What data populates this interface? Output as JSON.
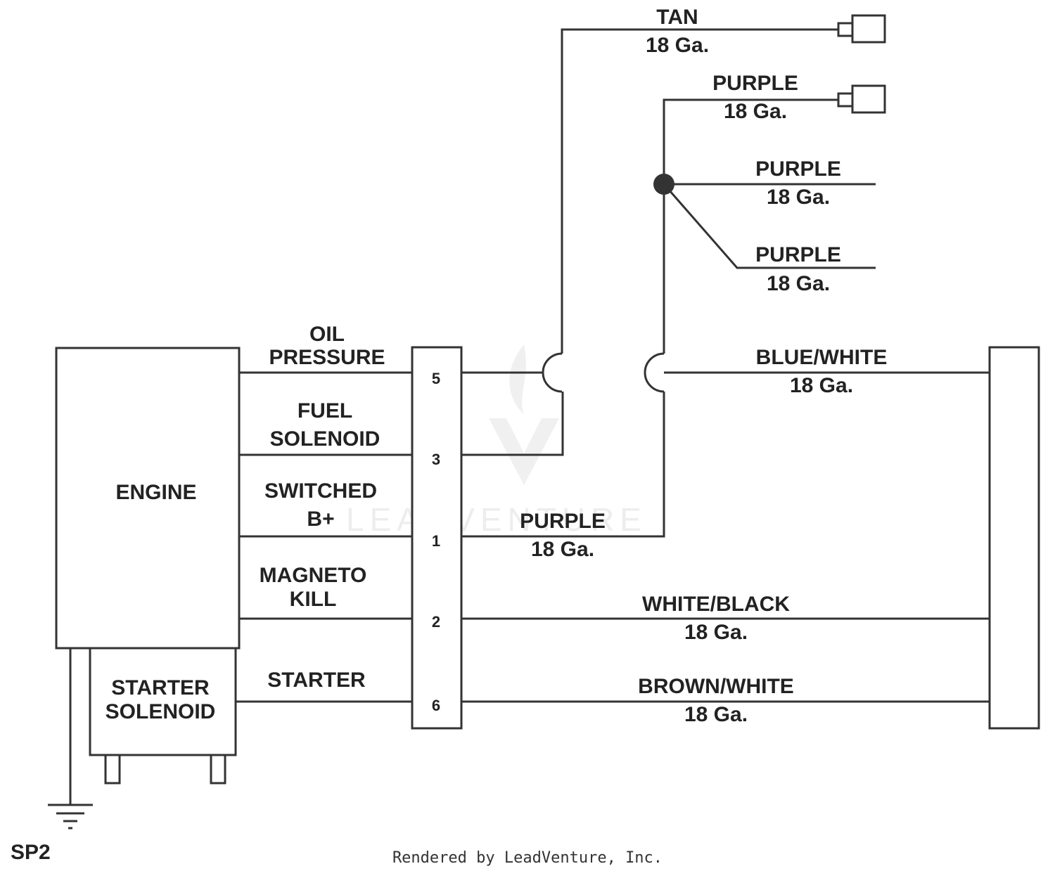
{
  "components": {
    "engine": "ENGINE",
    "starter_solenoid": [
      "STARTER",
      "SOLENOID"
    ],
    "ground_label": "SP2"
  },
  "engine_circuits": {
    "oil_pressure": [
      "OIL",
      "PRESSURE"
    ],
    "fuel_solenoid": [
      "FUEL",
      "SOLENOID"
    ],
    "switched_b_plus": [
      "SWITCHED",
      "B+"
    ],
    "magneto_kill": [
      "MAGNETO",
      "KILL"
    ],
    "starter": "STARTER"
  },
  "connector_pins": [
    "5",
    "3",
    "1",
    "2",
    "6"
  ],
  "wires": {
    "tan": {
      "color": "TAN",
      "gauge": "18 Ga."
    },
    "purple_top": {
      "color": "PURPLE",
      "gauge": "18 Ga."
    },
    "purple_mid": {
      "color": "PURPLE",
      "gauge": "18 Ga."
    },
    "purple_low": {
      "color": "PURPLE",
      "gauge": "18 Ga."
    },
    "blue_white": {
      "color": "BLUE/WHITE",
      "gauge": "18 Ga."
    },
    "purple_pin1": {
      "color": "PURPLE",
      "gauge": "18 Ga."
    },
    "white_black": {
      "color": "WHITE/BLACK",
      "gauge": "18 Ga."
    },
    "brown_white": {
      "color": "BROWN/WHITE",
      "gauge": "18 Ga."
    }
  },
  "watermark": "LEADVENTURE",
  "credit": "Rendered by LeadVenture, Inc."
}
